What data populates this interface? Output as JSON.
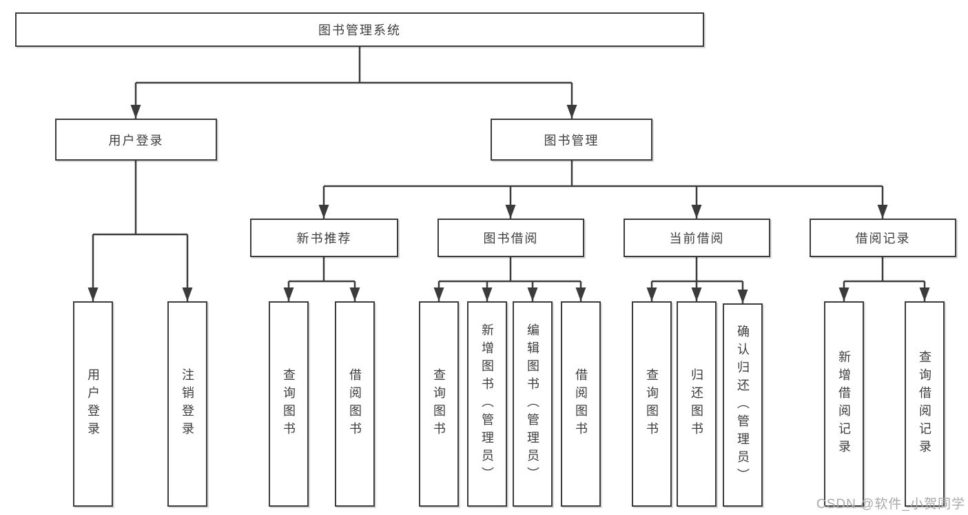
{
  "colors": {
    "background": "#ffffff",
    "line": "#3b3b3b",
    "box_border": "#3c3c3c",
    "text": "#3d3d3d",
    "watermark_text_color": "#a9a9a9"
  },
  "watermark": {
    "text": "CSDN @软件_小贺同学"
  },
  "tree": {
    "root": {
      "label": "图书管理系统"
    },
    "branches": [
      {
        "label": "用户登录",
        "children": [
          {
            "label": "用户登录"
          },
          {
            "label": "注销登录"
          }
        ]
      },
      {
        "label": "图书管理",
        "children": [
          {
            "label": "新书推荐",
            "children": [
              {
                "label": "查询图书"
              },
              {
                "label": "借阅图书"
              }
            ]
          },
          {
            "label": "图书借阅",
            "children": [
              {
                "label": "查询图书"
              },
              {
                "label": "新增图书（管理员）"
              },
              {
                "label": "编辑图书（管理员）"
              },
              {
                "label": "借阅图书"
              }
            ]
          },
          {
            "label": "当前借阅",
            "children": [
              {
                "label": "查询图书"
              },
              {
                "label": "归还图书"
              },
              {
                "label": "确认归还（管理员）"
              }
            ]
          },
          {
            "label": "借阅记录",
            "children": [
              {
                "label": "新增借阅记录"
              },
              {
                "label": "查询借阅记录"
              }
            ]
          }
        ]
      }
    ]
  }
}
